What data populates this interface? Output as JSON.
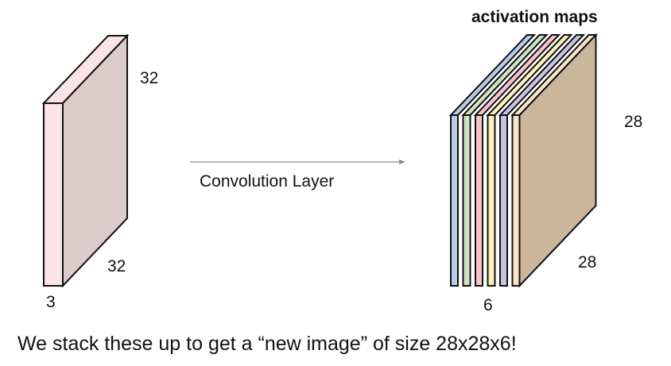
{
  "input_volume": {
    "height_label": "32",
    "width_label": "32",
    "depth_label": "3",
    "front_color": "#fbe4e6",
    "side_color": "#dccbcb",
    "top_color": "#fbe4e6"
  },
  "arrow": {
    "label": "Convolution Layer",
    "color": "#888888"
  },
  "activation_maps": {
    "title": "activation maps",
    "height_label": "28",
    "width_label": "28",
    "depth_label": "6",
    "slice_colors": [
      "#b9cbe8",
      "#cfe3c4",
      "#f6c3c7",
      "#fdf0bd",
      "#c9c3e0",
      "#fbe3c8"
    ],
    "side_color": "#cbb69b"
  },
  "caption": "We stack these up to get a “new image” of size 28x28x6!"
}
